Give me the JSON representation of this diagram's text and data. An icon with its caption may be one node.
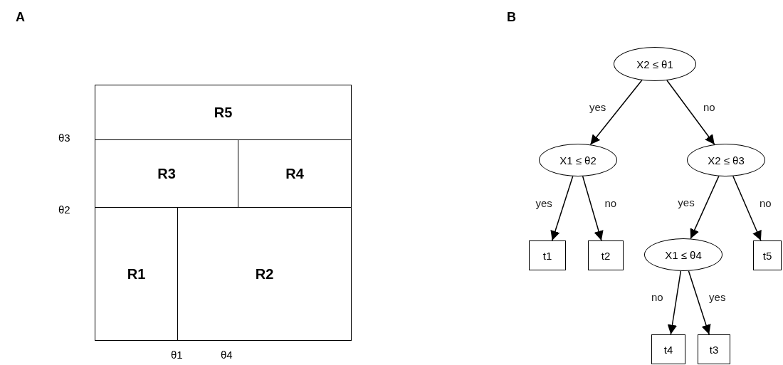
{
  "diagram": {
    "nodes": [
      {
        "text": [
          "R5"
        ]
      },
      {
        "text": [
          "R3"
        ]
      },
      {
        "text": [
          "R4"
        ]
      },
      {
        "text": [
          "R1"
        ]
      },
      {
        "text": [
          "R2"
        ]
      },
      {
        "text": [
          "X2 ≤ θ1"
        ]
      },
      {
        "text": [
          "X1 ≤ θ2"
        ]
      },
      {
        "text": [
          "X2 ≤ θ3"
        ]
      },
      {
        "text": [
          "t1"
        ]
      },
      {
        "text": [
          "t2"
        ]
      },
      {
        "text": [
          "X1 ≤ θ4"
        ]
      },
      {
        "text": [
          "t5"
        ]
      },
      {
        "text": [
          "t4"
        ]
      },
      {
        "text": [
          "t3"
        ]
      }
    ],
    "edges": [
      {
        "from": 5,
        "to": 6,
        "arrow": "to",
        "label": "yes"
      },
      {
        "from": 5,
        "to": 7,
        "arrow": "to",
        "label": "no"
      },
      {
        "from": 6,
        "to": 8,
        "arrow": "to",
        "label": "yes"
      },
      {
        "from": 6,
        "to": 9,
        "arrow": "to",
        "label": "no"
      },
      {
        "from": 7,
        "to": 10,
        "arrow": "to",
        "label": "yes"
      },
      {
        "from": 7,
        "to": 11,
        "arrow": "to",
        "label": "no"
      },
      {
        "from": 10,
        "to": 12,
        "arrow": "to",
        "label": "no"
      },
      {
        "from": 10,
        "to": 13,
        "arrow": "to",
        "label": "yes"
      }
    ],
    "labels": [
      "A",
      "B",
      "θ3",
      "θ2",
      "θ1",
      "θ4"
    ]
  }
}
